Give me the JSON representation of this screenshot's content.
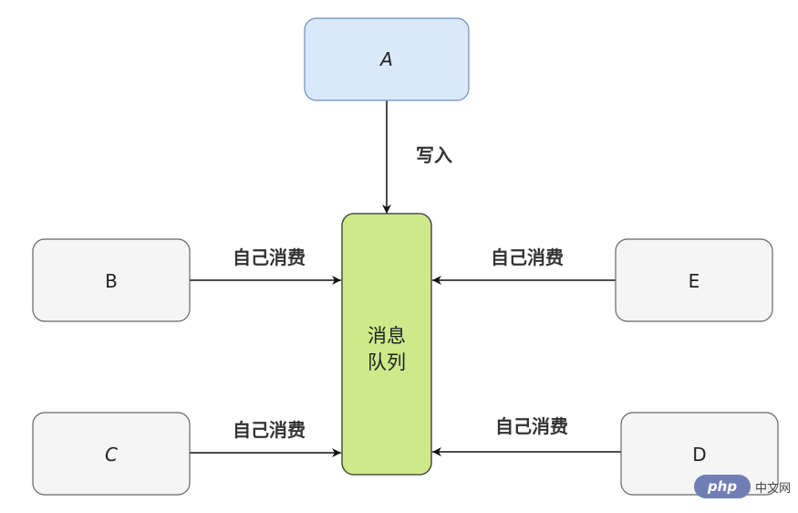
{
  "nodes": {
    "a": {
      "label": "A",
      "fill": "#dae8fc",
      "stroke": "#6c8ebf"
    },
    "b": {
      "label": "B",
      "fill": "#f5f5f5",
      "stroke": "#666666"
    },
    "c": {
      "label": "C",
      "fill": "#f5f5f5",
      "stroke": "#666666"
    },
    "d": {
      "label": "D",
      "fill": "#f5f5f5",
      "stroke": "#666666"
    },
    "e": {
      "label": "E",
      "fill": "#f5f5f5",
      "stroke": "#666666"
    },
    "queue": {
      "label_line1": "消息",
      "label_line2": "队列",
      "fill": "#cde98a",
      "stroke": "#333333"
    }
  },
  "edges": {
    "a_to_queue": {
      "label": "写入"
    },
    "b_to_queue": {
      "label": "自己消费"
    },
    "c_to_queue": {
      "label": "自己消费"
    },
    "e_to_queue": {
      "label": "自己消费"
    },
    "d_to_queue": {
      "label": "自己消费"
    }
  },
  "watermark": {
    "logo": "php",
    "text": "中文网"
  }
}
